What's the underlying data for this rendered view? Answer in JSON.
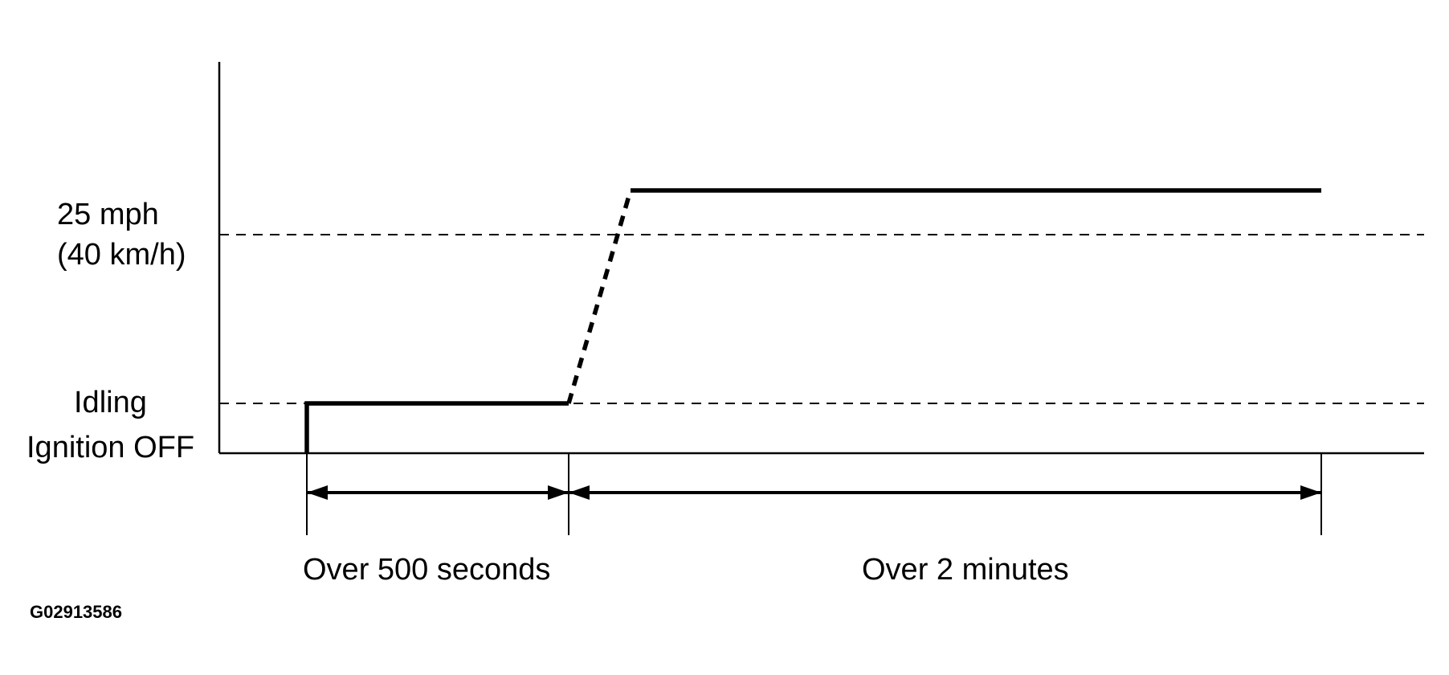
{
  "y_axis_labels": {
    "speed_line1": "25 mph",
    "speed_line2": "(40 km/h)",
    "idling": "Idling",
    "ignition_off": "Ignition OFF"
  },
  "intervals": {
    "first": "Over 500 seconds",
    "second": "Over 2 minutes"
  },
  "figure_id": "G02913586",
  "colors": {
    "line": "#000000",
    "background": "#ffffff"
  }
}
